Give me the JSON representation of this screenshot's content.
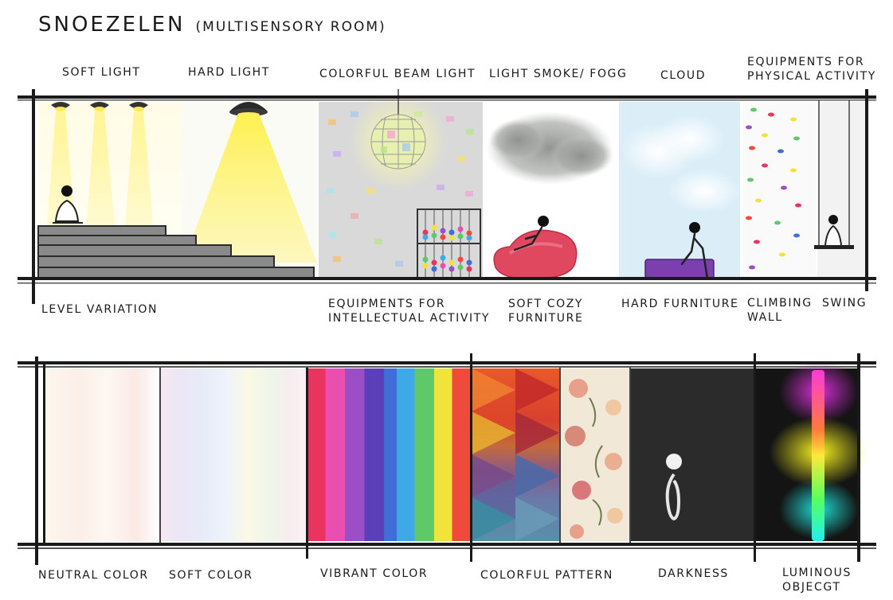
{
  "title": {
    "main": "SNOEZELEN",
    "sub": "(MULTISENSORY ROOM)"
  },
  "top_labels": {
    "soft_light": "SOFT LIGHT",
    "hard_light": "HARD LIGHT",
    "colorful_beam_light": "COLORFUL BEAM LIGHT",
    "light_smoke_fogg": "LIGHT SMOKE/ FOGG",
    "cloud": "CLOUD",
    "physical_activity": [
      "EQUIPMENTS FOR",
      "PHYSICAL ACTIVITY"
    ]
  },
  "bottom_labels_row1": {
    "level_variation": "LEVEL VARIATION",
    "intellectual_activity": [
      "EQUIPMENTS FOR",
      "INTELLECTUAL ACTIVITY"
    ],
    "soft_cozy_furniture": [
      "SOFT COZY",
      "FURNITURE"
    ],
    "hard_furniture": "HARD FURNITURE",
    "climbing_wall": [
      "CLIMBING",
      "WALL"
    ],
    "swing": "SWING"
  },
  "bottom_labels_row2": {
    "neutral_color": "NEUTRAL COLOR",
    "soft_color": "SOFT COLOR",
    "vibrant_color": "VIBRANT COLOR",
    "colorful_pattern": "COLORFUL PATTERN",
    "darkness": "DARKNESS",
    "luminous_object": [
      "LUMINOUS",
      "OBJECGT"
    ]
  },
  "colors": {
    "ink": "#1a1a1a",
    "light_yellow": "#fff27a",
    "disco_panel": "#d9d9d9",
    "bean_bag": "#e0485f",
    "bench": "#7b3fb0",
    "sky": "#dbeef8",
    "darkness": "#2b2b2b",
    "vibrant": [
      "#e8345e",
      "#e84fb0",
      "#9b4fc6",
      "#5a3fb8",
      "#3f6fd6",
      "#3fa9e8",
      "#5fc96a",
      "#f0e33a",
      "#f04a3a"
    ]
  },
  "icons": [
    "ceiling-lamp-icon",
    "disco-ball-icon",
    "abacus-icon",
    "bean-bag-icon",
    "swing-icon",
    "person-icon",
    "cloud-icon"
  ]
}
